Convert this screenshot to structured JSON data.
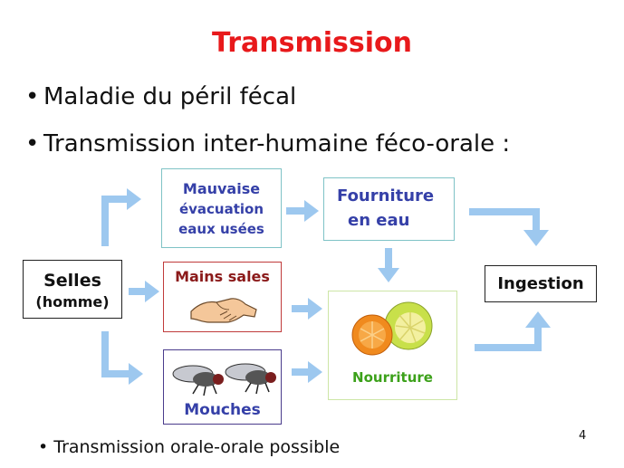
{
  "title": "Transmission",
  "bullets": [
    "Maladie du péril fécal",
    "Transmission inter-humaine féco-orale :"
  ],
  "diagram": {
    "selles": {
      "line1": "Selles",
      "line2": "(homme)"
    },
    "mauvaise": {
      "line1": "Mauvaise",
      "line2": "évacuation",
      "line3": "eaux usées"
    },
    "fourniture": {
      "line1": "Fourniture",
      "line2": "en eau"
    },
    "mains": "Mains sales",
    "mouches": "Mouches",
    "nourriture": "Nourriture",
    "ingestion": "Ingestion"
  },
  "footer": "Transmission orale-orale possible",
  "page_number": "4",
  "colors": {
    "title": "#e8191b",
    "arrow": "#9dc8ef",
    "blue_text": "#3540a8",
    "red_text": "#8b1a1a",
    "green_text": "#3ca11a"
  }
}
